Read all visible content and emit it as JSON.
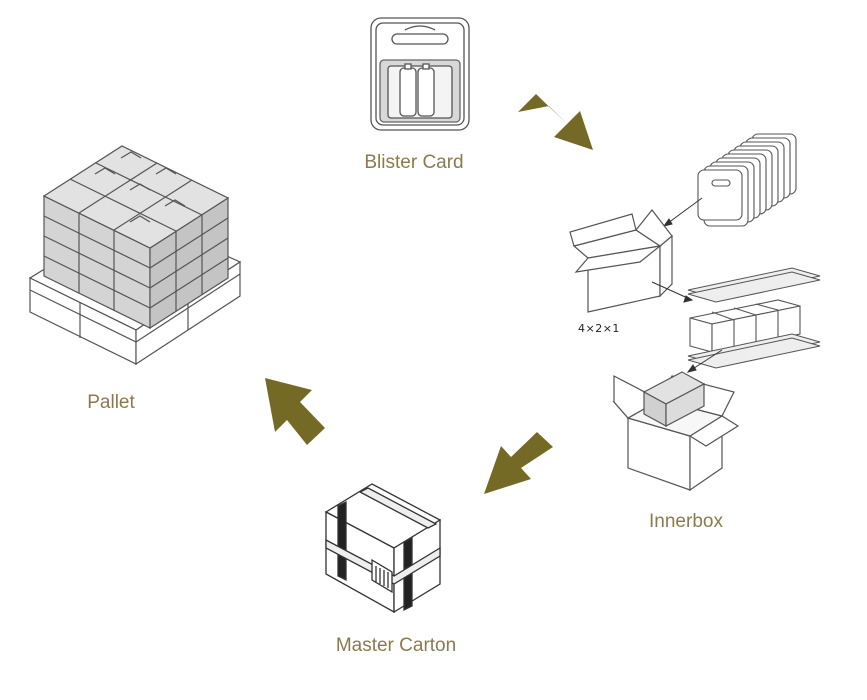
{
  "diagram": {
    "labels": {
      "blister_card": "Blister Card",
      "innerbox": "Innerbox",
      "master_carton": "Master Carton",
      "pallet": "Pallet",
      "quantity": "4×2×1"
    },
    "colors": {
      "arrow": "#756a25",
      "label": "#8a7a4e",
      "line": "#555555",
      "box_fill": "#ffffff",
      "pallet_fill": "#dadada"
    }
  }
}
